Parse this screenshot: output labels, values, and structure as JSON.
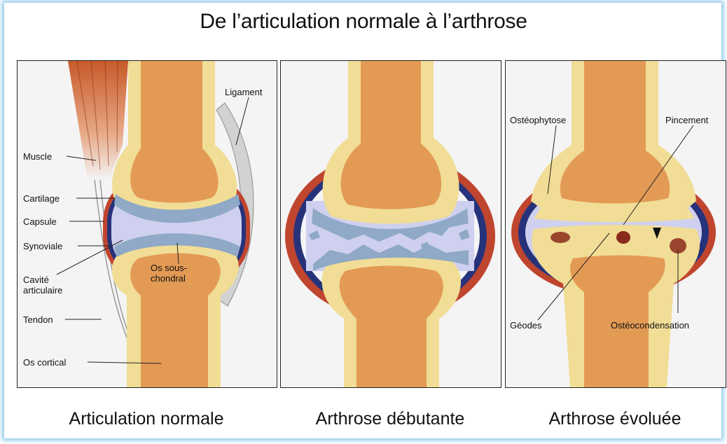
{
  "title": "De l’articulation normale à l’arthrose",
  "panels": {
    "normal": {
      "caption": "Articulation normale",
      "labels": {
        "ligament": "Ligament",
        "muscle": "Muscle",
        "cartilage": "Cartilage",
        "capsule": "Capsule",
        "synoviale": "Synoviale",
        "cavite_1": "Cavité",
        "cavite_2": "articulaire",
        "tendon": "Tendon",
        "os_cortical": "Os cortical",
        "os_sous_1": "Os sous-",
        "os_sous_2": "chondral"
      }
    },
    "debutante": {
      "caption": "Arthrose débutante"
    },
    "evoluee": {
      "caption": "Arthrose évoluée",
      "labels": {
        "osteophytose": "Ostéophytose",
        "pincement": "Pincement",
        "geodes": "Géodes",
        "osteocondensation": "Ostéocondensation"
      }
    }
  },
  "colors": {
    "bone_inner": "#e39a55",
    "bone_outer": "#f1dd96",
    "cartilage": "#8fa9c6",
    "synovial_fluid": "#cfd0ef",
    "capsule_red": "#c0452e",
    "capsule_blue": "#26337a",
    "muscle": "#c85a2a",
    "ligament": "#c9c9c9"
  }
}
